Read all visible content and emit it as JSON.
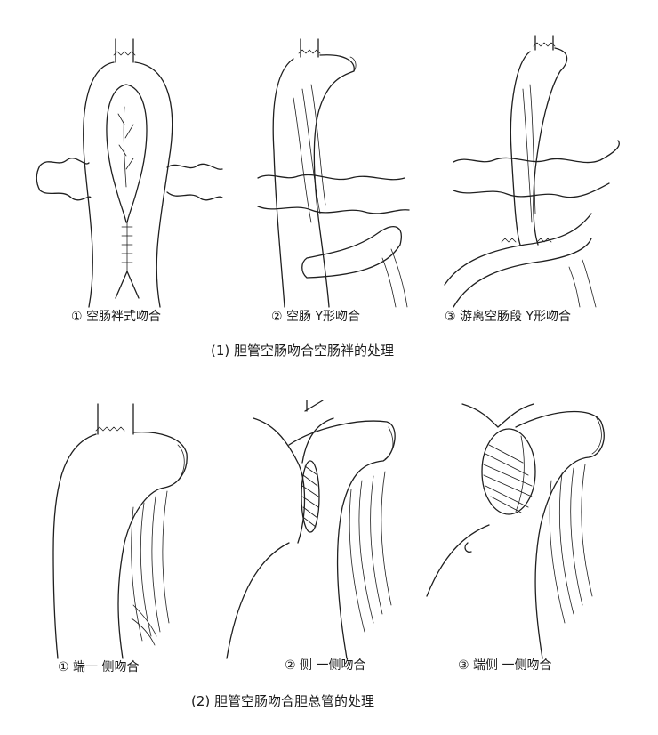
{
  "section1": {
    "title": "(1) 胆管空肠吻合空肠袢的处理",
    "panels": [
      {
        "caption": "① 空肠袢式吻合"
      },
      {
        "caption": "② 空肠 Y形吻合"
      },
      {
        "caption": "③ 游离空肠段 Y形吻合"
      }
    ]
  },
  "section2": {
    "title": "(2) 胆管空肠吻合胆总管的处理",
    "panels": [
      {
        "caption": "① 端一 侧吻合"
      },
      {
        "caption": "② 侧 一侧吻合"
      },
      {
        "caption": "③ 端侧 一侧吻合"
      }
    ]
  },
  "colors": {
    "ink": "#1f1f1f",
    "paper": "#ffffff"
  }
}
